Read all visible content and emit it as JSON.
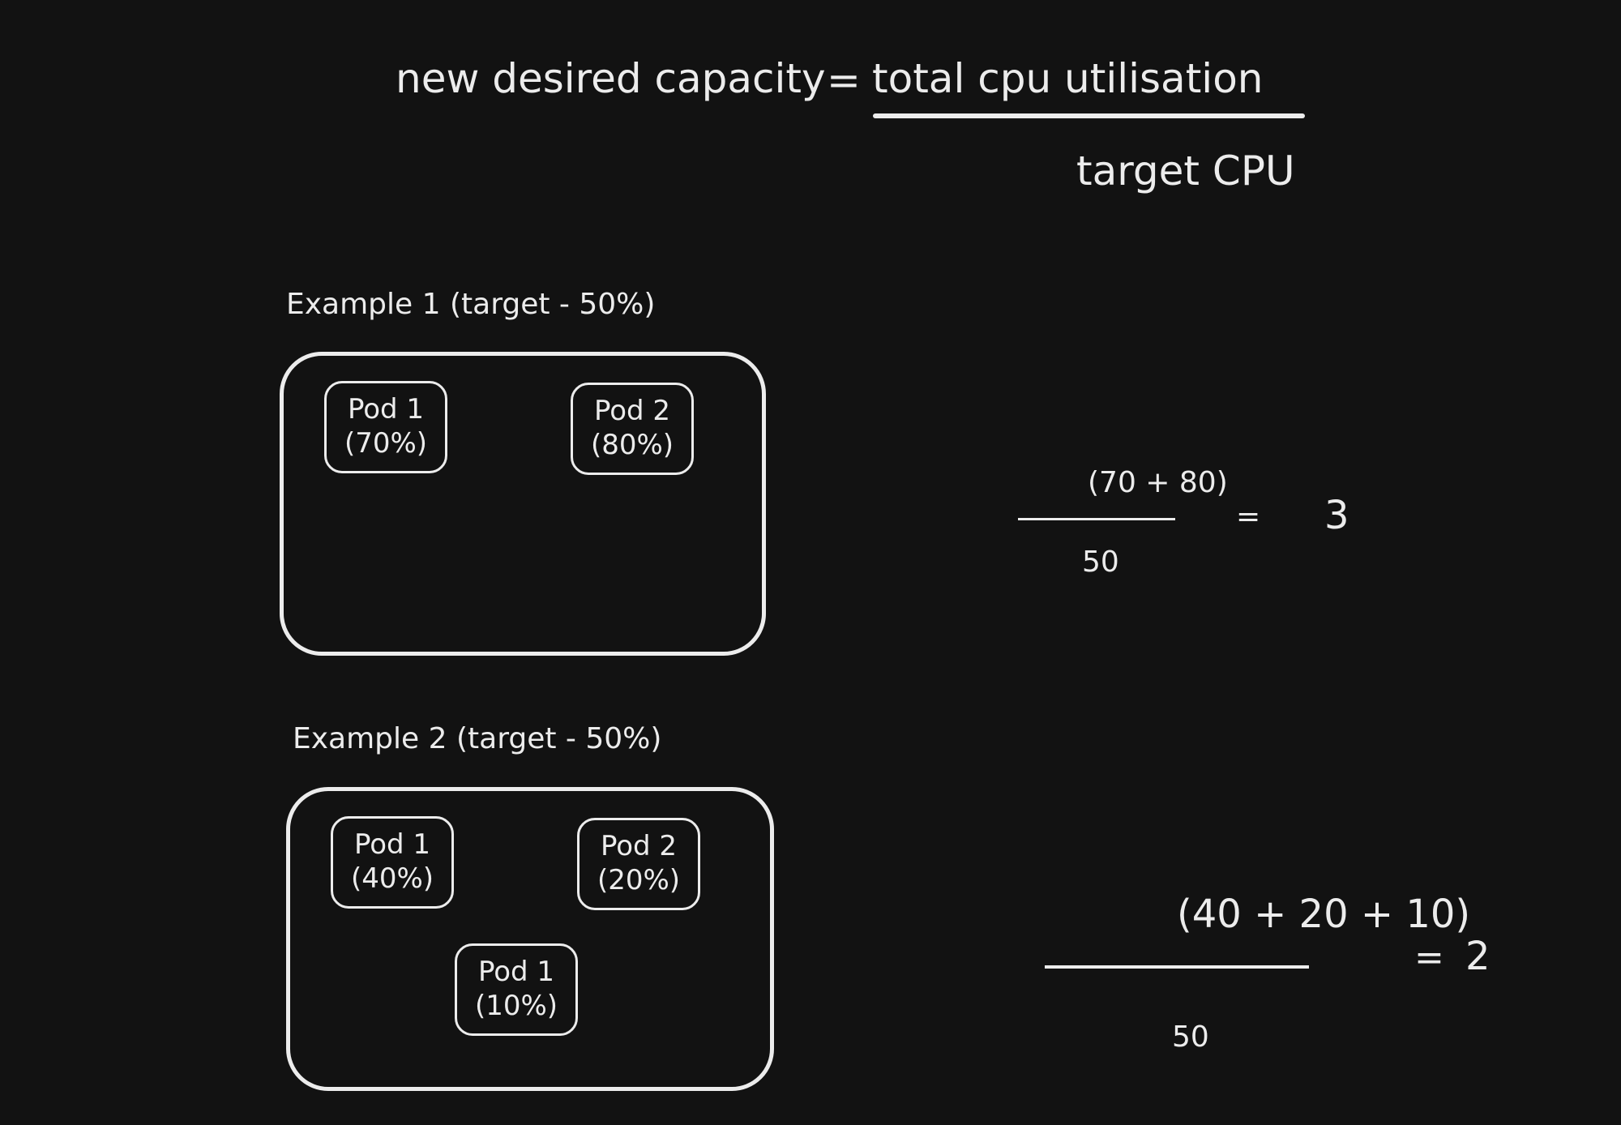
{
  "formula": {
    "lhs": "new desired capacity",
    "equals": "=",
    "numerator": "total cpu utilisation",
    "denominator": "target CPU"
  },
  "example1": {
    "title": "Example 1 (target - 50%)",
    "pods": [
      {
        "name": "Pod 1",
        "usage": "(70%)"
      },
      {
        "name": "Pod 2",
        "usage": "(80%)"
      }
    ],
    "calc": {
      "numerator": "(70 + 80)",
      "denominator": "50",
      "equals": "=",
      "result": "3"
    }
  },
  "example2": {
    "title": "Example 2 (target - 50%)",
    "pods": [
      {
        "name": "Pod 1",
        "usage": "(40%)"
      },
      {
        "name": "Pod 2",
        "usage": "(20%)"
      },
      {
        "name": "Pod 1",
        "usage": "(10%)"
      }
    ],
    "calc": {
      "numerator": "(40 + 20 + 10)",
      "denominator": "50",
      "equals": "=",
      "result": "2"
    }
  },
  "colors": {
    "background": "#121212",
    "stroke": "#ececec"
  }
}
